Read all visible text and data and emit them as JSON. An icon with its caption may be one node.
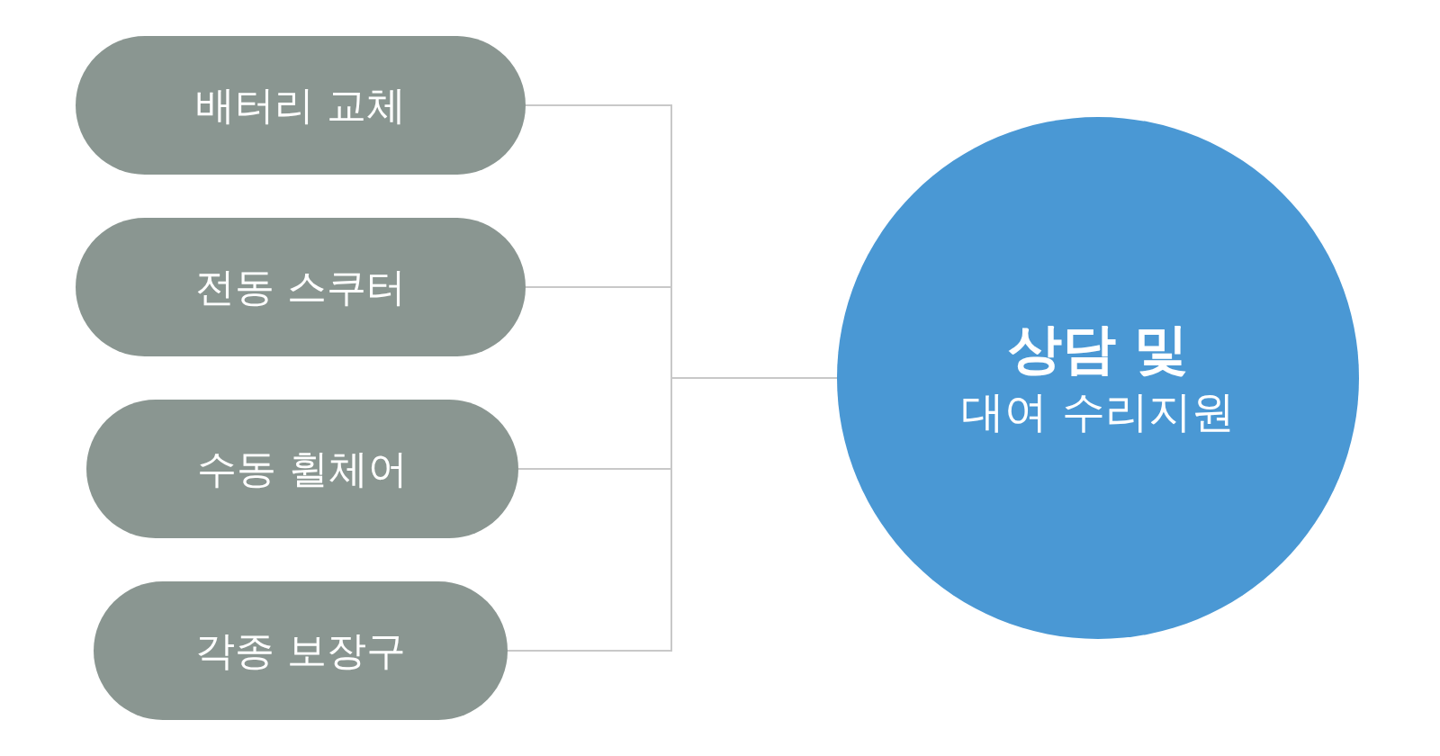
{
  "diagram": {
    "nodes": [
      {
        "text": [
          "배터리 교체"
        ]
      },
      {
        "text": [
          "전동 스쿠터"
        ]
      },
      {
        "text": [
          "수동 휠체어"
        ]
      },
      {
        "text": [
          "각종 보장구"
        ]
      },
      {
        "text": [
          "상담 및",
          "대여 수리지원"
        ]
      }
    ],
    "edges": [
      {
        "from": 0,
        "to": 4,
        "arrow": "none"
      },
      {
        "from": 1,
        "to": 4,
        "arrow": "none"
      },
      {
        "from": 2,
        "to": 4,
        "arrow": "none"
      },
      {
        "from": 3,
        "to": 4,
        "arrow": "none"
      }
    ]
  }
}
